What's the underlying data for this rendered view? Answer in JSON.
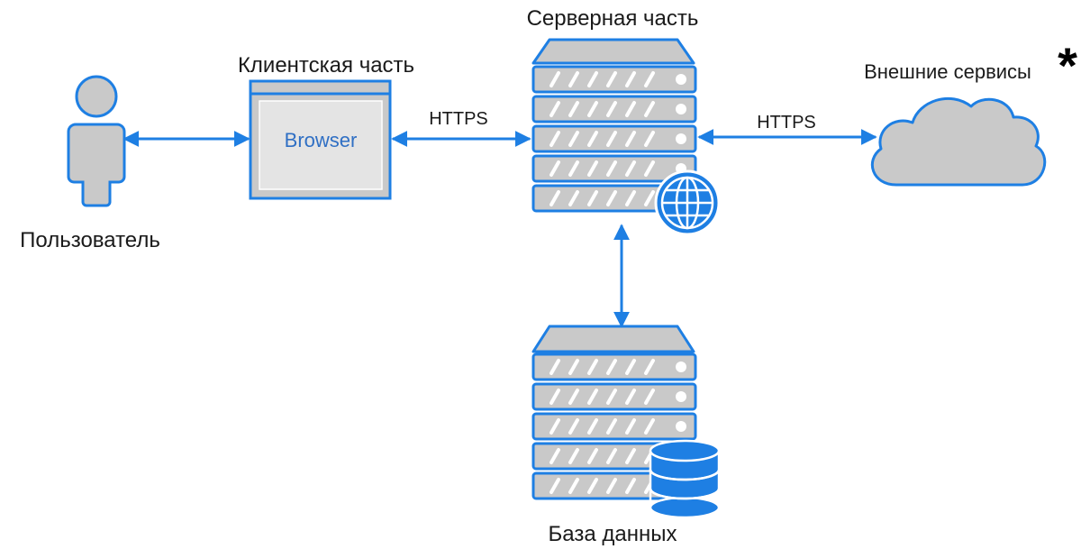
{
  "nodes": {
    "user": {
      "label": "Пользователь"
    },
    "client": {
      "title": "Клиентская часть",
      "inner_label": "Browser"
    },
    "server": {
      "title": "Серверная часть"
    },
    "external": {
      "title": "Внешние сервисы",
      "footnote_mark": "*"
    },
    "database": {
      "title": "База данных"
    }
  },
  "connections": [
    {
      "from": "user",
      "to": "client",
      "label": ""
    },
    {
      "from": "client",
      "to": "server",
      "label": "HTTPS"
    },
    {
      "from": "server",
      "to": "external",
      "label": "HTTPS"
    },
    {
      "from": "server",
      "to": "database",
      "label": ""
    }
  ],
  "colors": {
    "accent": "#1e7fe3",
    "fill_gray": "#c9c9c9",
    "stripe": "#ffffff",
    "browser_text": "#2f6fc4"
  },
  "icons": {
    "user": "user-icon",
    "client": "browser-window-icon",
    "server": "server-rack-icon",
    "globe": "globe-icon",
    "cloud": "cloud-icon",
    "database": "database-icon"
  }
}
